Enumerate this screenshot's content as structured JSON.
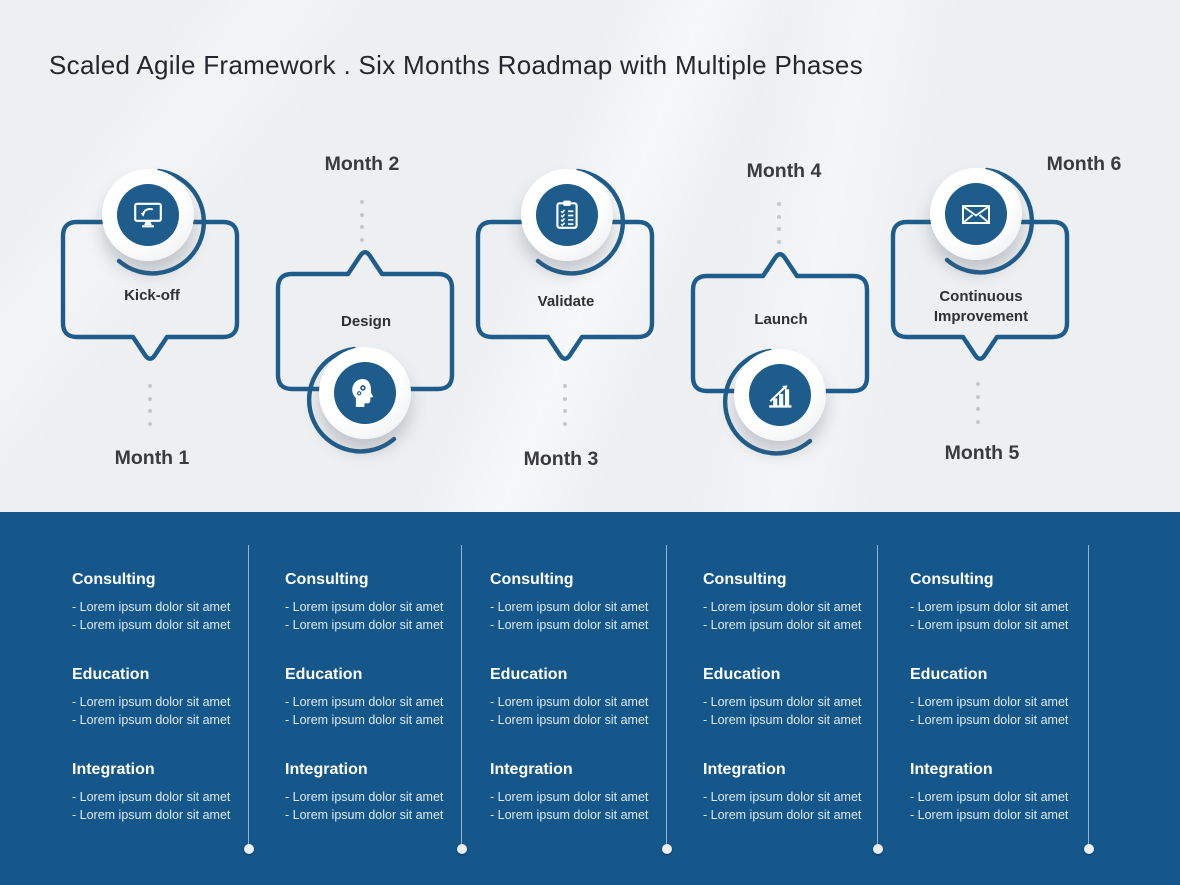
{
  "title": "Scaled Agile Framework . Six Months Roadmap with Multiple Phases",
  "colors": {
    "accent_blue": "#1D5C8B",
    "panel_blue": "#15578A",
    "background": "#EDEFF1",
    "month_text": "#3B3B3D",
    "bubble_text": "#303030",
    "item_text": "#DFEAF4"
  },
  "milestones": [
    {
      "label": "Kick-off",
      "month": "Month 1",
      "icon": "presentation-monitor-icon",
      "tail": "down"
    },
    {
      "label": "Design",
      "month": "Month 2",
      "icon": "head-gears-icon",
      "tail": "up"
    },
    {
      "label": "Validate",
      "month": "Month 3",
      "icon": "clipboard-checklist-icon",
      "tail": "down"
    },
    {
      "label": "Launch",
      "month": "Month 4",
      "icon": "bar-chart-growth-icon",
      "tail": "up"
    },
    {
      "label": "Continuous Improvement",
      "month": "Month 5",
      "icon": "envelope-icon",
      "tail": "down"
    }
  ],
  "extra_month": {
    "label": "Month 6"
  },
  "phases": [
    {
      "sections": [
        {
          "title": "Consulting",
          "items": [
            "- Lorem ipsum dolor sit amet",
            "- Lorem ipsum dolor sit amet"
          ]
        },
        {
          "title": "Education",
          "items": [
            "- Lorem ipsum dolor sit amet",
            "- Lorem ipsum dolor sit amet"
          ]
        },
        {
          "title": "Integration",
          "items": [
            "- Lorem ipsum dolor sit amet",
            "- Lorem ipsum dolor sit amet"
          ]
        }
      ]
    },
    {
      "sections": [
        {
          "title": "Consulting",
          "items": [
            "- Lorem ipsum dolor sit amet",
            "- Lorem ipsum dolor sit amet"
          ]
        },
        {
          "title": "Education",
          "items": [
            "- Lorem ipsum dolor sit amet",
            "- Lorem ipsum dolor sit amet"
          ]
        },
        {
          "title": "Integration",
          "items": [
            "- Lorem ipsum dolor sit amet",
            "- Lorem ipsum dolor sit amet"
          ]
        }
      ]
    },
    {
      "sections": [
        {
          "title": "Consulting",
          "items": [
            "- Lorem ipsum dolor sit amet",
            "- Lorem ipsum dolor sit amet"
          ]
        },
        {
          "title": "Education",
          "items": [
            "- Lorem ipsum dolor sit amet",
            "- Lorem ipsum dolor sit amet"
          ]
        },
        {
          "title": "Integration",
          "items": [
            "- Lorem ipsum dolor sit amet",
            "- Lorem ipsum dolor sit amet"
          ]
        }
      ]
    },
    {
      "sections": [
        {
          "title": "Consulting",
          "items": [
            "- Lorem ipsum dolor sit amet",
            "- Lorem ipsum dolor sit amet"
          ]
        },
        {
          "title": "Education",
          "items": [
            "- Lorem ipsum dolor sit amet",
            "- Lorem ipsum dolor sit amet"
          ]
        },
        {
          "title": "Integration",
          "items": [
            "- Lorem ipsum dolor sit amet",
            "- Lorem ipsum dolor sit amet"
          ]
        }
      ]
    },
    {
      "sections": [
        {
          "title": "Consulting",
          "items": [
            "- Lorem ipsum dolor sit amet",
            "- Lorem ipsum dolor sit amet"
          ]
        },
        {
          "title": "Education",
          "items": [
            "- Lorem ipsum dolor sit amet",
            "- Lorem ipsum dolor sit amet"
          ]
        },
        {
          "title": "Integration",
          "items": [
            "- Lorem ipsum dolor sit amet",
            "- Lorem ipsum dolor sit amet"
          ]
        }
      ]
    }
  ]
}
